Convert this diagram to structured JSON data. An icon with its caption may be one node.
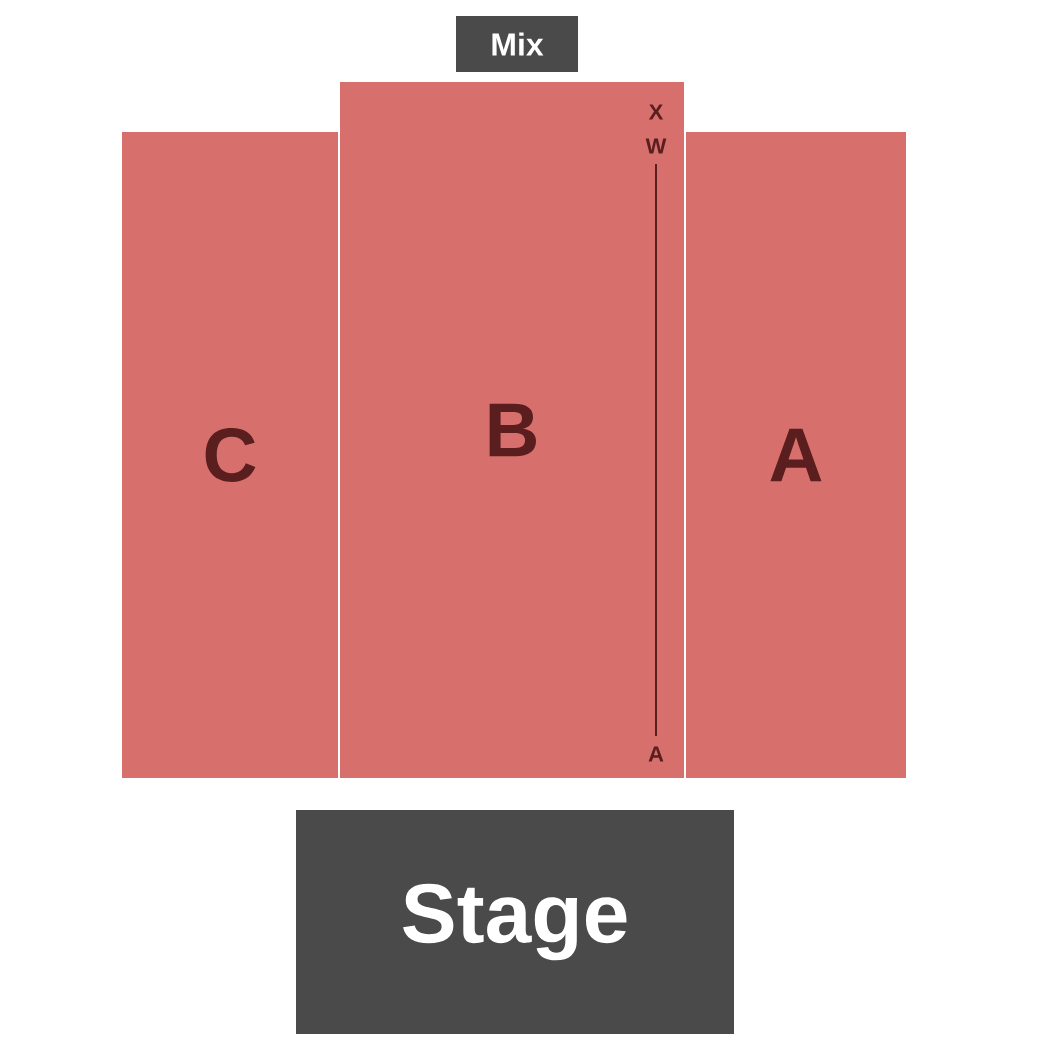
{
  "diagram": {
    "nodes": [
      {
        "text": [
          "Mix"
        ]
      },
      {
        "text": [
          "C"
        ]
      },
      {
        "text": [
          "B"
        ]
      },
      {
        "text": [
          "A"
        ]
      },
      {
        "text": [
          "Stage"
        ]
      }
    ],
    "labels": [
      "X",
      "W",
      "A"
    ]
  }
}
